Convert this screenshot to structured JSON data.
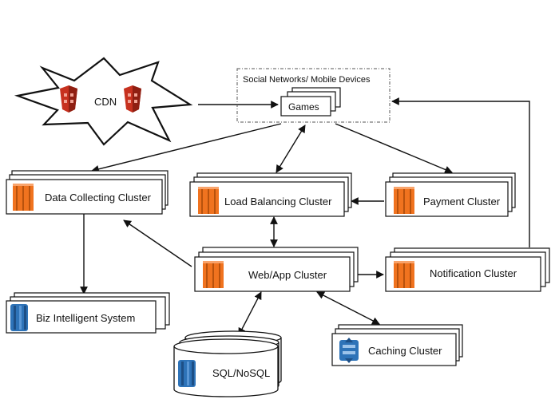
{
  "cdn": {
    "label": "CDN"
  },
  "frame": {
    "label": "Social Networks/ Mobile Devices"
  },
  "nodes": {
    "games": "Games",
    "data_collecting": "Data Collecting Cluster",
    "load_balancing": "Load Balancing Cluster",
    "payment": "Payment Cluster",
    "web_app": "Web/App Cluster",
    "notification": "Notification Cluster",
    "biz": "Biz Intelligent System",
    "sql": "SQL/NoSQL",
    "caching": "Caching Cluster"
  },
  "colors": {
    "compute_orange": "#f0731f",
    "db_blue": "#2e73b8",
    "cdn_red": "#c7311f",
    "line": "#111111"
  },
  "icons": {
    "cdn": "s3-bucket-icon",
    "compute": "ec2-instance-icon",
    "database": "database-icon",
    "cache": "elasticache-icon"
  }
}
